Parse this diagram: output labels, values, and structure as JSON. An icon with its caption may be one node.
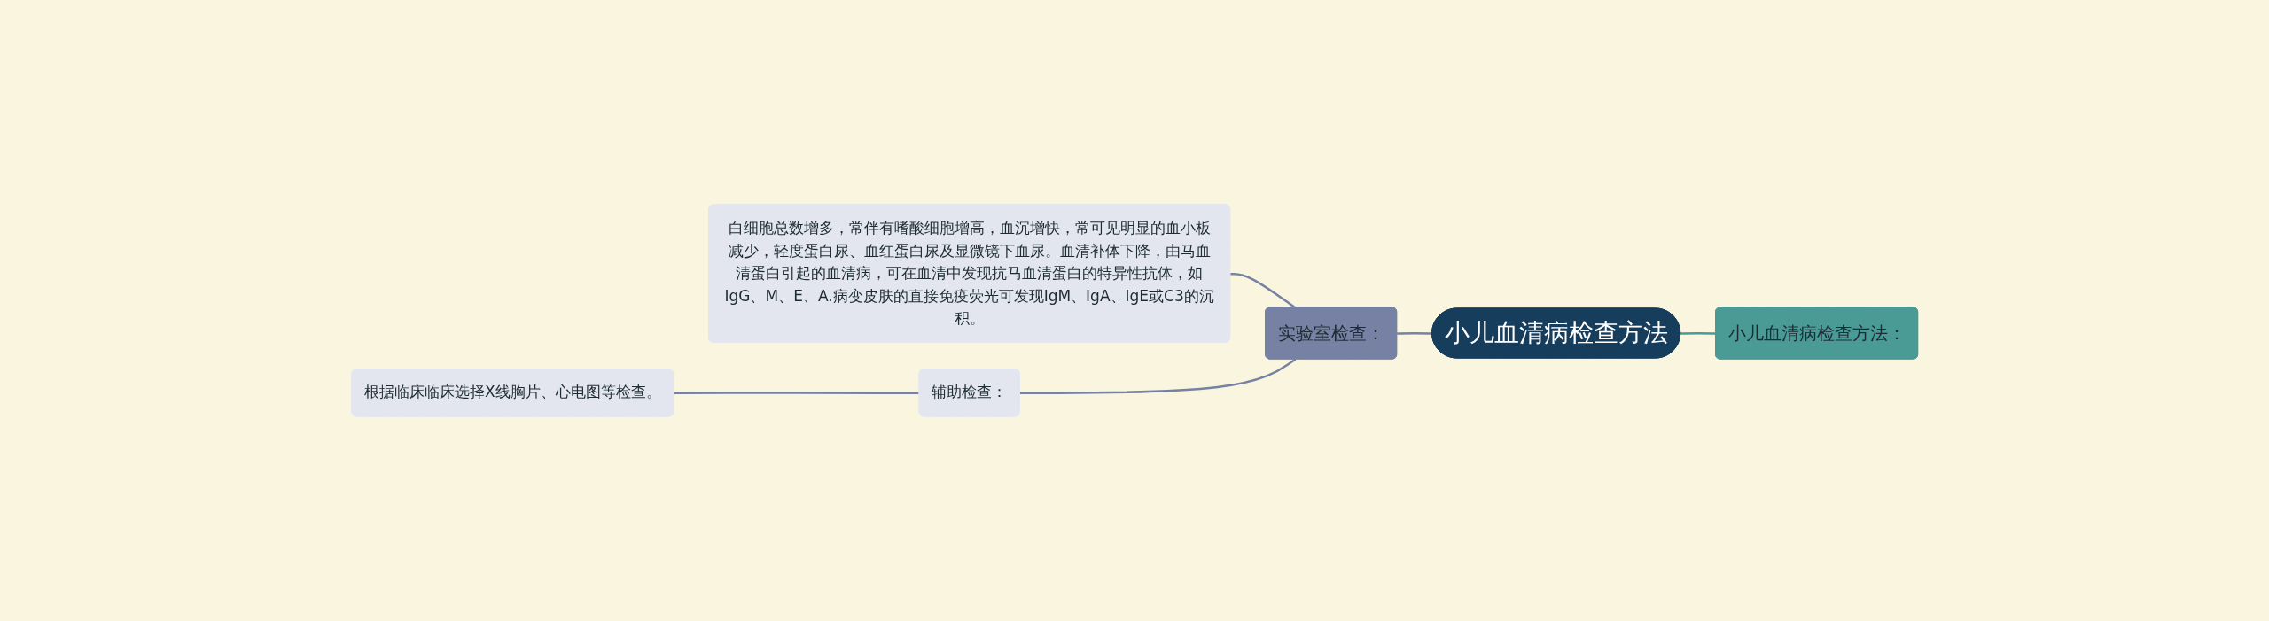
{
  "diagram": {
    "nodes": [
      {
        "text": [
          "小儿血清病检查方法"
        ]
      },
      {
        "text": [
          "小儿血清病检查方法："
        ]
      },
      {
        "text": [
          "实验室检查："
        ]
      },
      {
        "text": [
          "白细胞总数增多，常伴有嗜酸细胞增高，血沉增快，常可见明显的血小板减少，轻度蛋白尿、血红蛋白尿及显微镜下血尿。血清补体下降，由马血清蛋白引起的血清病，可在血清中发现抗马血清蛋白的特异性抗体，如IgG、M、E、A.病变皮肤的直接免疫荧光可发现IgM、IgA、IgE或C3的沉积。"
        ]
      },
      {
        "text": [
          "辅助检查："
        ]
      },
      {
        "text": [
          "根据临床临床选择X线胸片、心电图等检查。"
        ]
      }
    ],
    "edges": [
      {
        "from": 0,
        "to": 1,
        "arrow": "none",
        "color": "#4a9a96"
      },
      {
        "from": 2,
        "to": 0,
        "arrow": "none"
      },
      {
        "from": 3,
        "to": 2,
        "arrow": "none"
      },
      {
        "from": 4,
        "to": 2,
        "arrow": "none"
      },
      {
        "from": 5,
        "to": 4,
        "arrow": "none"
      }
    ]
  }
}
